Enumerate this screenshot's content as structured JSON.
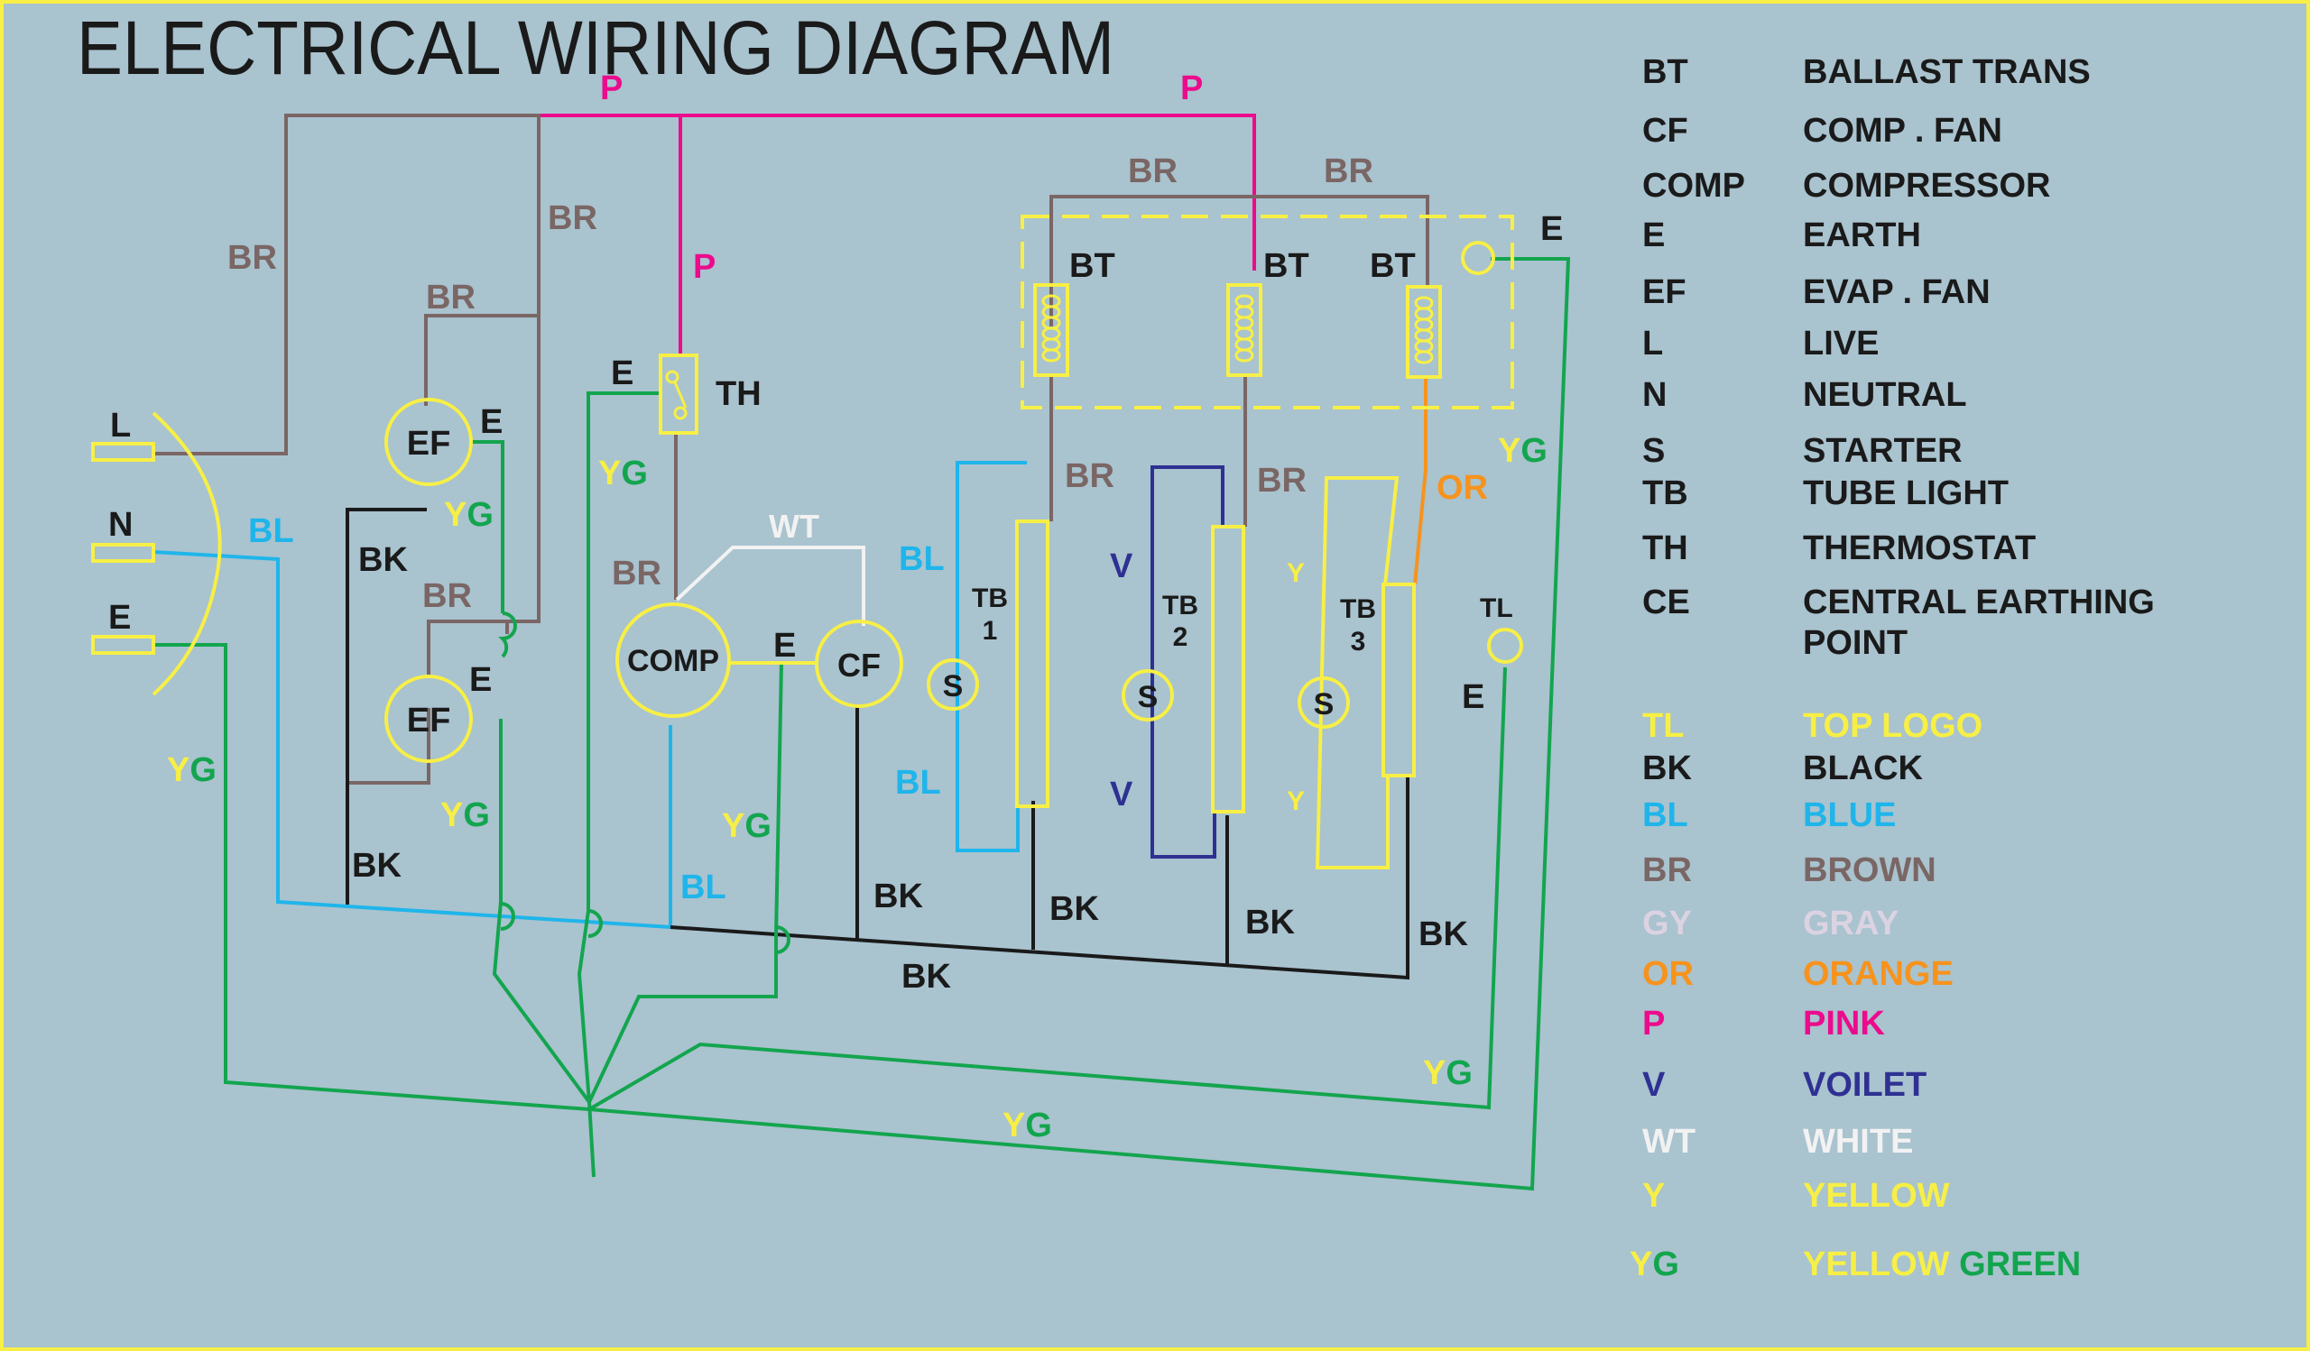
{
  "title": "ELECTRICAL WIRING DIAGRAM",
  "colors": {
    "background": "#a9c3cf",
    "border": "#f7ef45",
    "black": "#1a1a1a",
    "blue": "#1fb5ea",
    "brown": "#7a6664",
    "gray": "#dcd3e2",
    "orange": "#f7931d",
    "pink": "#ec0b8c",
    "violet": "#2e3192",
    "white": "#f2f2f2",
    "yellow": "#f7ef45",
    "green": "#13a54e"
  },
  "components": {
    "plug": {
      "l": "L",
      "n": "N",
      "e": "E"
    },
    "ef_top": "EF",
    "ef_bottom": "EF",
    "comp": "COMP",
    "cf": "CF",
    "th": "TH",
    "tb1": [
      "TB",
      "1"
    ],
    "tb2": [
      "TB",
      "2"
    ],
    "tb3": [
      "TB",
      "3"
    ],
    "tl": "TL",
    "starter": "S",
    "bt": "BT"
  },
  "wire_labels": {
    "p": "P",
    "br": "BR",
    "bl": "BL",
    "bk": "BK",
    "e": "E",
    "yg": {
      "y": "Y",
      "g": "G"
    },
    "wt": "WT",
    "v": "V",
    "y": "Y",
    "or": "OR"
  },
  "abbreviations": [
    {
      "code": "BT",
      "desc": "BALLAST TRANS"
    },
    {
      "code": "CF",
      "desc": "COMP . FAN"
    },
    {
      "code": "COMP",
      "desc": "COMPRESSOR"
    },
    {
      "code": "E",
      "desc": "EARTH"
    },
    {
      "code": "EF",
      "desc": "EVAP . FAN"
    },
    {
      "code": "L",
      "desc": "LIVE"
    },
    {
      "code": "N",
      "desc": "NEUTRAL"
    },
    {
      "code": "S",
      "desc": "STARTER"
    },
    {
      "code": "TB",
      "desc": "TUBE LIGHT"
    },
    {
      "code": "TH",
      "desc": "THERMOSTAT"
    },
    {
      "code": "CE",
      "desc": "CENTRAL EARTHING",
      "desc2": "POINT"
    }
  ],
  "color_codes": [
    {
      "code": "TL",
      "desc": "TOP LOGO",
      "color": "#f7ef45"
    },
    {
      "code": "BK",
      "desc": "BLACK",
      "color": "#1a1a1a"
    },
    {
      "code": "BL",
      "desc": "BLUE",
      "color": "#1fb5ea"
    },
    {
      "code": "BR",
      "desc": "BROWN",
      "color": "#7a6664"
    },
    {
      "code": "GY",
      "desc": "GRAY",
      "color": "#dcd3e2"
    },
    {
      "code": "OR",
      "desc": "ORANGE",
      "color": "#f7931d"
    },
    {
      "code": "P",
      "desc": "PINK",
      "color": "#ec0b8c"
    },
    {
      "code": "V",
      "desc": "VOILET",
      "color": "#2e3192"
    },
    {
      "code": "WT",
      "desc": "WHITE",
      "color": "#f2f2f2"
    },
    {
      "code": "Y",
      "desc": "YELLOW",
      "color": "#f7ef45"
    }
  ],
  "yg_legend": {
    "code_y": "Y",
    "code_g": "G",
    "desc_y": "YELLOW",
    "desc_g": "GREEN"
  }
}
